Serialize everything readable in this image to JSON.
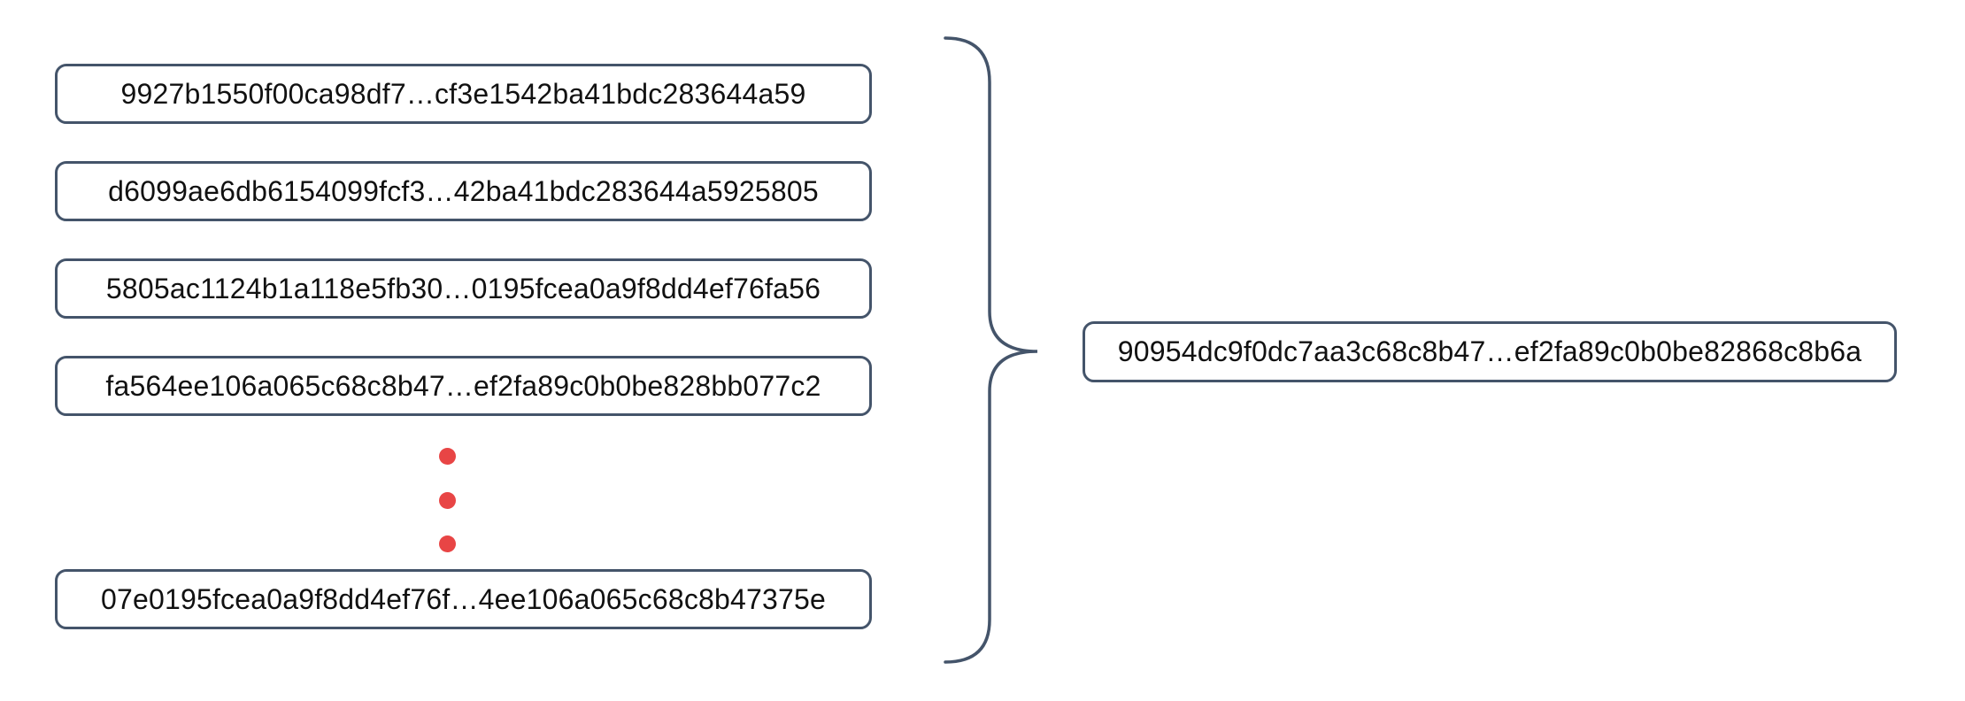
{
  "diagram": {
    "description": "Hash concatenation diagram: many input hashes combined by a brace into one output hash",
    "input_hashes": [
      "9927b1550f00ca98df7…cf3e1542ba41bdc283644a59",
      "d6099ae6db6154099fcf3…42ba41bdc283644a5925805",
      "5805ac1124b1a118e5fb30…0195fcea0a9f8dd4ef76fa56",
      "fa564ee106a065c68c8b47…ef2fa89c0b0be828bb077c2",
      "07e0195fcea0a9f8dd4ef76f…4ee106a065c68c8b47375e"
    ],
    "output_hash": "90954dc9f0dc7aa3c68c8b47…ef2fa89c0b0be82868c8b6a",
    "colors": {
      "outline": "#44546A",
      "text": "#111111",
      "ellipsis_dot": "#E84545"
    }
  }
}
